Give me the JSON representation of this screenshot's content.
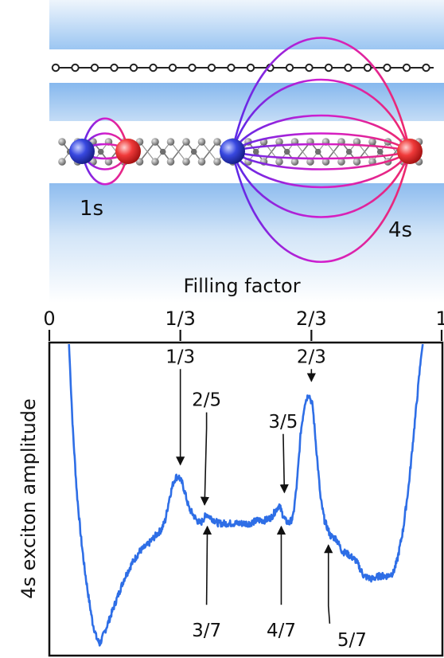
{
  "schematic": {
    "label_1s": "1s",
    "label_4s": "4s",
    "colors": {
      "band_light": "#dceaf8",
      "band_dark": "#8ebcef",
      "loop_magenta": "#d21ecf",
      "loop_violet": "#7a2ae0",
      "electron_red": "#e82a2a",
      "hole_blue": "#2f3fd6",
      "atom_grey": "#8a8a8a"
    }
  },
  "chart_data": {
    "type": "line",
    "title": "",
    "xlabel": "Filling factor",
    "ylabel": "4s exciton amplitude",
    "xlim": [
      0,
      1
    ],
    "ticks": [
      {
        "value": 0,
        "label": "0"
      },
      {
        "value": 0.3333,
        "label": "1/3"
      },
      {
        "value": 0.6667,
        "label": "2/3"
      },
      {
        "value": 1,
        "label": "1"
      }
    ],
    "series": [
      {
        "color": "#2e6ee6",
        "points": [
          [
            0.05,
            1.0
          ],
          [
            0.06,
            0.72
          ],
          [
            0.07,
            0.52
          ],
          [
            0.08,
            0.38
          ],
          [
            0.09,
            0.27
          ],
          [
            0.1,
            0.18
          ],
          [
            0.11,
            0.1
          ],
          [
            0.12,
            0.05
          ],
          [
            0.128,
            0.03
          ],
          [
            0.135,
            0.05
          ],
          [
            0.15,
            0.1
          ],
          [
            0.17,
            0.17
          ],
          [
            0.19,
            0.24
          ],
          [
            0.21,
            0.29
          ],
          [
            0.23,
            0.33
          ],
          [
            0.25,
            0.35
          ],
          [
            0.27,
            0.38
          ],
          [
            0.285,
            0.4
          ],
          [
            0.295,
            0.43
          ],
          [
            0.305,
            0.5
          ],
          [
            0.315,
            0.55
          ],
          [
            0.322,
            0.57
          ],
          [
            0.33,
            0.57
          ],
          [
            0.338,
            0.55
          ],
          [
            0.345,
            0.52
          ],
          [
            0.355,
            0.47
          ],
          [
            0.365,
            0.45
          ],
          [
            0.375,
            0.43
          ],
          [
            0.385,
            0.42
          ],
          [
            0.395,
            0.44
          ],
          [
            0.4,
            0.45
          ],
          [
            0.41,
            0.44
          ],
          [
            0.42,
            0.43
          ],
          [
            0.43,
            0.42
          ],
          [
            0.45,
            0.42
          ],
          [
            0.47,
            0.42
          ],
          [
            0.49,
            0.42
          ],
          [
            0.51,
            0.42
          ],
          [
            0.53,
            0.43
          ],
          [
            0.55,
            0.43
          ],
          [
            0.565,
            0.44
          ],
          [
            0.575,
            0.46
          ],
          [
            0.585,
            0.48
          ],
          [
            0.59,
            0.46
          ],
          [
            0.6,
            0.43
          ],
          [
            0.61,
            0.42
          ],
          [
            0.62,
            0.44
          ],
          [
            0.63,
            0.55
          ],
          [
            0.64,
            0.72
          ],
          [
            0.65,
            0.81
          ],
          [
            0.66,
            0.84
          ],
          [
            0.67,
            0.8
          ],
          [
            0.68,
            0.65
          ],
          [
            0.69,
            0.5
          ],
          [
            0.7,
            0.43
          ],
          [
            0.715,
            0.38
          ],
          [
            0.73,
            0.37
          ],
          [
            0.745,
            0.33
          ],
          [
            0.76,
            0.32
          ],
          [
            0.78,
            0.3
          ],
          [
            0.8,
            0.25
          ],
          [
            0.82,
            0.24
          ],
          [
            0.84,
            0.25
          ],
          [
            0.86,
            0.25
          ],
          [
            0.875,
            0.26
          ],
          [
            0.885,
            0.3
          ],
          [
            0.9,
            0.4
          ],
          [
            0.915,
            0.55
          ],
          [
            0.93,
            0.75
          ],
          [
            0.945,
            0.95
          ],
          [
            0.95,
            1.0
          ]
        ]
      }
    ],
    "annotations": [
      {
        "label": "1/3",
        "x": 0.3333,
        "y": 0.57,
        "side": "above"
      },
      {
        "label": "2/5",
        "x": 0.4,
        "y": 0.45,
        "side": "above"
      },
      {
        "label": "3/5",
        "x": 0.6,
        "y": 0.48,
        "side": "above"
      },
      {
        "label": "2/3",
        "x": 0.6667,
        "y": 0.84,
        "side": "above"
      },
      {
        "label": "3/7",
        "x": 0.4286,
        "y": 0.42,
        "side": "below"
      },
      {
        "label": "4/7",
        "x": 0.5714,
        "y": 0.44,
        "side": "below"
      },
      {
        "label": "5/7",
        "x": 0.7143,
        "y": 0.38,
        "side": "below"
      }
    ]
  }
}
